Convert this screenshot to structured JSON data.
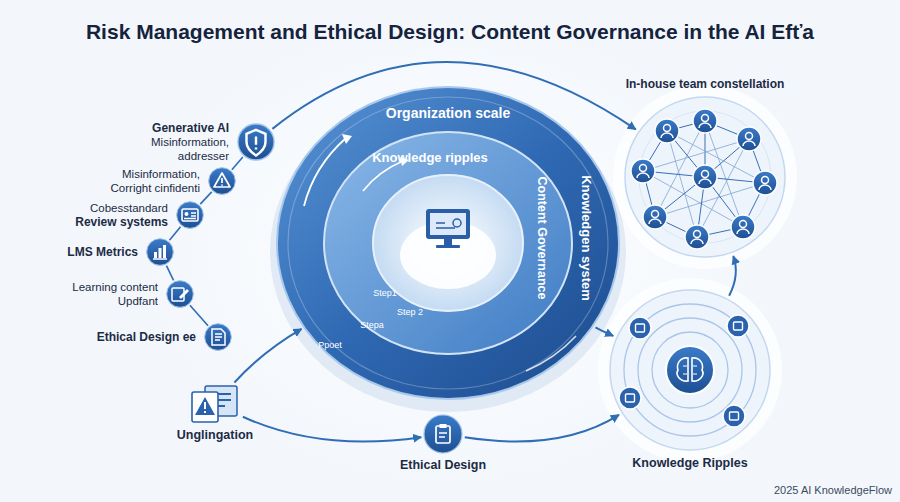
{
  "diagram": {
    "title": "Risk Management and Ethical Design: Content Governance in the AI Efťa",
    "nodes": [
      {
        "text": [
          "Generative AI",
          "Misinformation, addresser"
        ]
      },
      {
        "text": [
          "Misinformation, Corright cinfidenti"
        ]
      },
      {
        "text": [
          "Cobesstandard",
          "Review systems"
        ]
      },
      {
        "text": [
          "LMS Metrics"
        ]
      },
      {
        "text": [
          "Learning content Updfant"
        ]
      },
      {
        "text": [
          "Ethical Design ee"
        ]
      },
      {
        "text": [
          "Unglingation"
        ]
      },
      {
        "text": [
          "Organization scale",
          "Knowledgen system"
        ]
      },
      {
        "text": [
          "Knowledge ripples",
          "Content Governance"
        ],
        "in": 7
      },
      {
        "text": [
          "Ethical Design"
        ]
      },
      {
        "text": [
          "In-house team constellation"
        ]
      },
      {
        "text": [
          "Knowledge Ripples"
        ]
      }
    ],
    "edges": [
      {
        "from": 0,
        "to": 1,
        "arrow": "none"
      },
      {
        "from": 1,
        "to": 2,
        "arrow": "none"
      },
      {
        "from": 2,
        "to": 3,
        "arrow": "none"
      },
      {
        "from": 3,
        "to": 4,
        "arrow": "none"
      },
      {
        "from": 4,
        "to": 5,
        "arrow": "none"
      },
      {
        "from": 0,
        "to": 10,
        "arrow": "to"
      },
      {
        "from": 6,
        "to": 7,
        "arrow": "to"
      },
      {
        "from": 6,
        "to": 9,
        "arrow": "to"
      },
      {
        "from": 9,
        "to": 11,
        "arrow": "to"
      },
      {
        "from": 7,
        "to": 11,
        "arrow": "to"
      },
      {
        "from": 11,
        "to": 10,
        "arrow": "to"
      }
    ],
    "labels": [
      "Step1",
      "Step 2",
      "Stepa",
      "Ppoet",
      "2025 AI KnowledgeFlow"
    ]
  }
}
